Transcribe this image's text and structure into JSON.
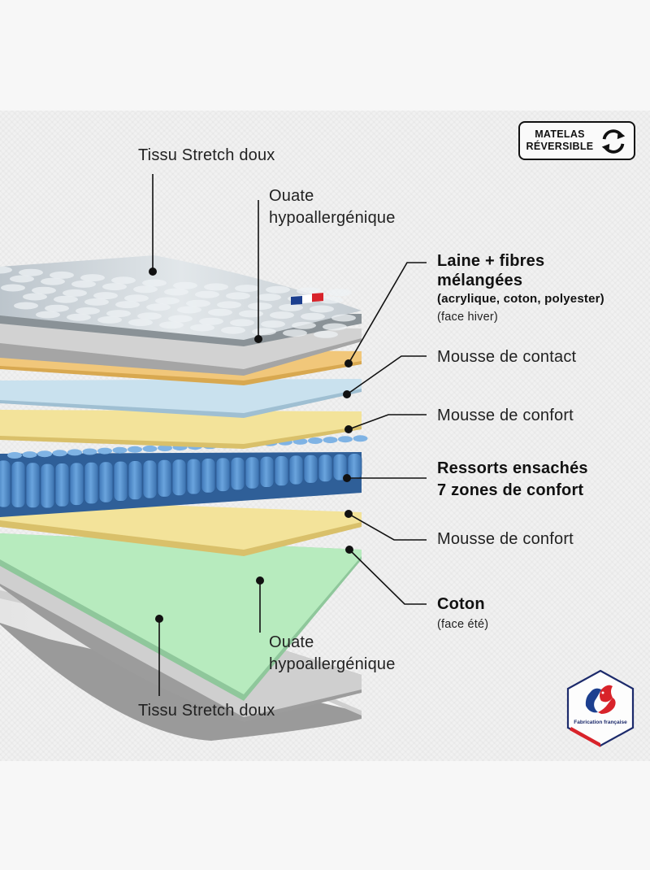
{
  "colors": {
    "cover": "#c9d0d6",
    "ouate": "#d2d2d2",
    "wool": "#f1c77a",
    "contact": "#c9e1ee",
    "comfort": "#f3e39a",
    "springs": "#4f8ccb",
    "cotton": "#b7ebbe",
    "line": "#111111",
    "flag_blue": "#1c3f8f",
    "flag_red": "#d8232a"
  },
  "badge": {
    "line1": "MATELAS",
    "line2": "RÉVERSIBLE",
    "icon": "reverse-arrows-icon"
  },
  "labels": {
    "tissu_top": "Tissu Stretch doux",
    "ouate_top_1": "Ouate",
    "ouate_top_2": "hypoallergénique",
    "laine_1": "Laine + fibres",
    "laine_2": "mélangées",
    "laine_3": "(acrylique, coton, polyester)",
    "laine_4": "(face hiver)",
    "mousse_contact": "Mousse de contact",
    "mousse_confort_1": "Mousse de confort",
    "ressorts_1": "Ressorts ensachés",
    "ressorts_2": "7 zones de confort",
    "mousse_confort_2": "Mousse de confort",
    "coton_1": "Coton",
    "coton_2": "(face été)",
    "ouate_bottom_1": "Ouate",
    "ouate_bottom_2": "hypoallergénique",
    "tissu_bottom": "Tissu Stretch doux"
  },
  "logo": {
    "text": "Fabrication française",
    "icon": "rooster-icon"
  }
}
